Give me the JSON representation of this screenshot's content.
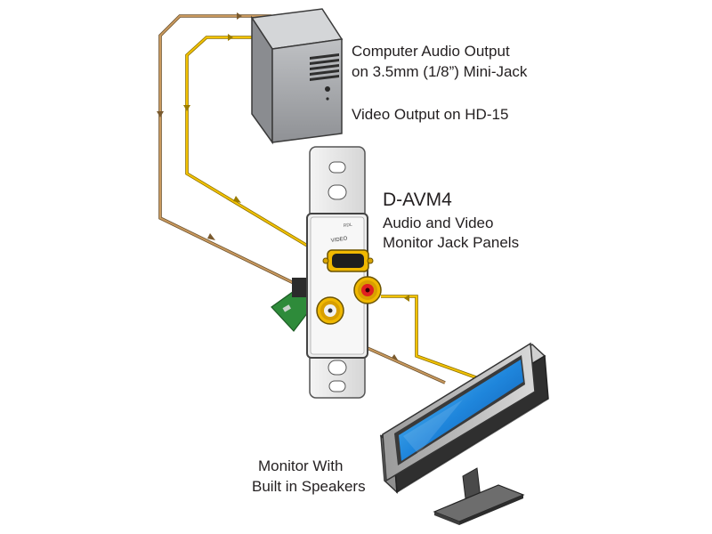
{
  "computer": {
    "audio_line1": "Computer Audio Output",
    "audio_line2": "on 3.5mm (1/8”) Mini-Jack",
    "video_line": "Video Output on HD-15"
  },
  "panel": {
    "model": "D-AVM4",
    "desc_line1": "Audio and Video",
    "desc_line2": "Monitor Jack Panels",
    "faceplate_text": "VIDEO",
    "brand_text": "RDL"
  },
  "monitor": {
    "line1": "Monitor With",
    "line2": "Built in Speakers"
  },
  "colors": {
    "audio_cable": "#b88850",
    "video_cable": "#f2c200",
    "computer_body": "#a8aaae",
    "screen": "#1b7fd8",
    "rca_red": "#e02020",
    "rca_gold": "#f0b800",
    "pcb": "#2e8b3a"
  },
  "icons": {
    "computer": "computer-tower-icon",
    "panel": "wall-jack-panel-icon",
    "monitor": "flat-panel-monitor-icon"
  }
}
